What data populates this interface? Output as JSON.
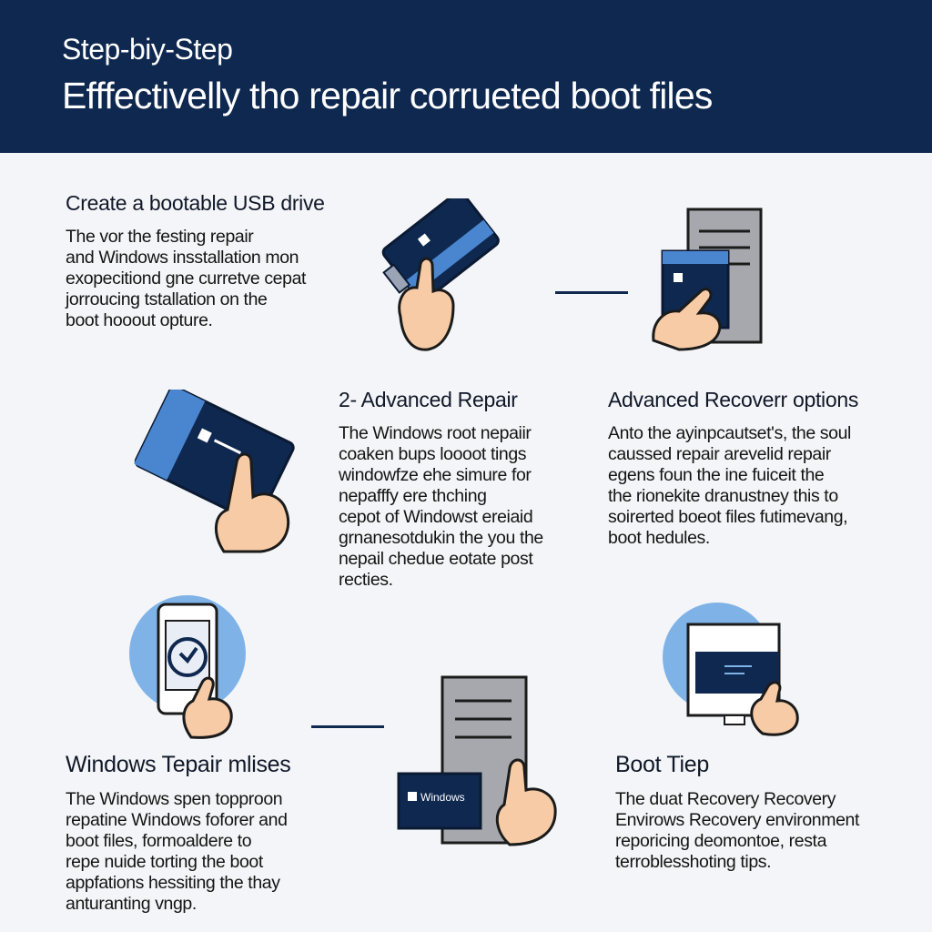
{
  "header": {
    "subtitle": "Step-biy-Step",
    "title": "Efffectivelly tho repair corrueted boot files"
  },
  "steps": [
    {
      "title": "Create a bootable USB drive",
      "body": "The vor the festing  repair\nand Windows insstallation mon\nexopecitiond gne curretve cepat\njorroucing  tstallation on the\nboot hooout opture."
    },
    {
      "title": "2- Advanced Repair",
      "body": "The Windows root nepaiir\ncoaken bups loooot tings\nwindowfze ehe simure for\nnepafffy ere thching\ncepot of Windowst ereiaid\ngrnanesotdukin the you the\nnepail chedue eotate post\nrecties."
    },
    {
      "title": "Advanced Recoverr options",
      "body": "Anto the ayinpcautset's, the soul\ncaussed repair arevelid repair\negens foun the ine fuiceit the\nthe rionekite dranustney this to\nsoirerted boeot files futimevang,\nboot hedules."
    },
    {
      "title": "Windows Tepair mlises",
      "body": "The Windows spen topproon\nrepatine Windows foforer and\nboot files, formoaldere to\nrepe nuide torting the boot\nappfations hessiting the thay\nanturanting vngp."
    },
    {
      "title": "Boot Tiep",
      "body": "The duat Recovery Recovery\nEnvirows Recovery environment\nreporicing deomontoe, resta\nterroblesshoting tips."
    }
  ],
  "labels": {
    "usb_brand": "Windows"
  },
  "colors": {
    "navy": "#0f2850",
    "accent_blue": "#4a86d0",
    "light_blue": "#7fb3e8",
    "skin": "#f6cba6",
    "gray": "#a7a8ad"
  },
  "icons": [
    "hand-holding-usb-drive-icon",
    "desktop-tower-with-card-icon",
    "usb-drive-hand-icon",
    "smartphone-recovery-icon",
    "tower-windows-card-icon",
    "monitor-terminal-icon"
  ]
}
